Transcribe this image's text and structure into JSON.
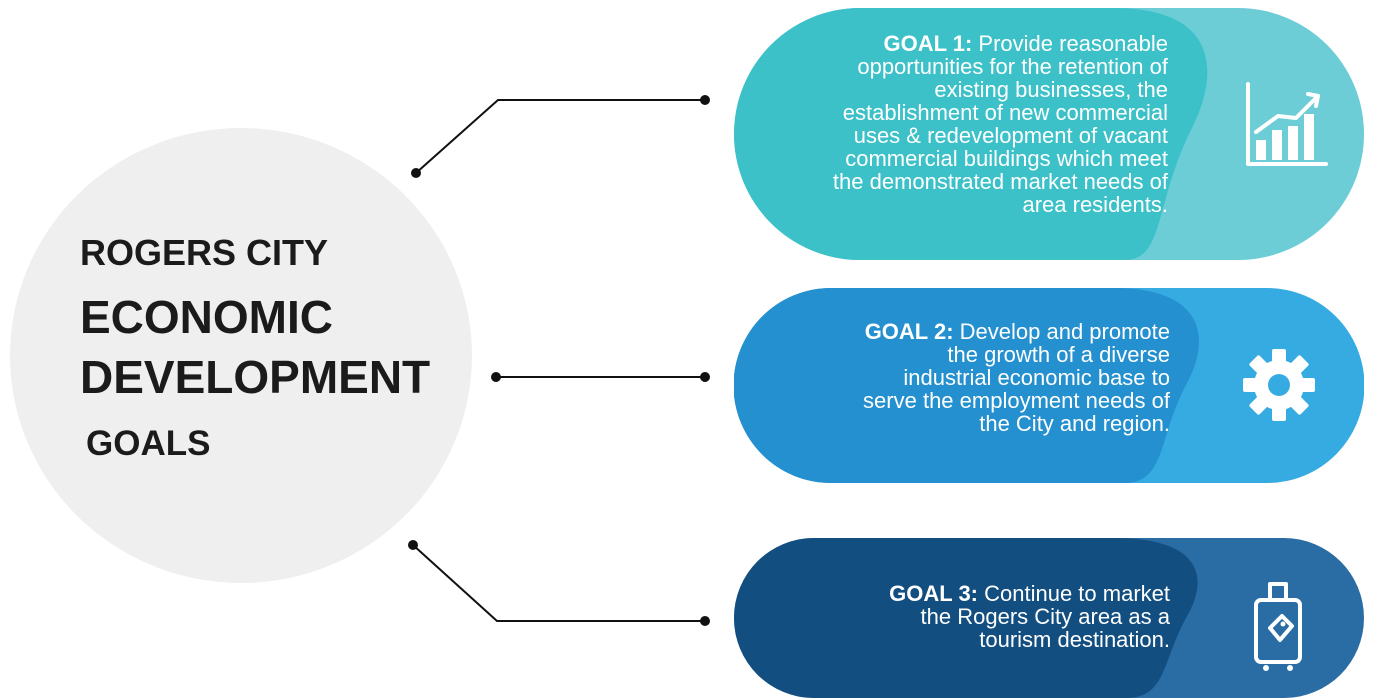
{
  "hub": {
    "line1": "ROGERS CITY",
    "line2": "ECONOMIC",
    "line3": "DEVELOPMENT",
    "line4": "GOALS"
  },
  "goals": [
    {
      "label": "GOAL 1:",
      "text": "Provide reasonable opportunities for the retention of existing businesses, the establishment of new commercial uses & redevelopment of vacant commercial buildings which meet the demonstrated market needs of area residents.",
      "lines": [
        "Provide reasonable",
        "opportunities for the retention of",
        "existing businesses, the",
        "establishment of new commercial",
        "uses & redevelopment of vacant",
        "commercial buildings which meet",
        "the demonstrated market needs of",
        "area residents."
      ],
      "icon": "growth-chart-icon",
      "color_main": "#3cc1c9",
      "color_tab": "#6ccdd6"
    },
    {
      "label": "GOAL 2:",
      "text": "Develop and promote the growth of a diverse industrial economic base to serve the employment needs of the City and region.",
      "lines": [
        "Develop and promote",
        "the growth of a diverse",
        "industrial economic base to",
        "serve the employment needs of",
        "the City and region."
      ],
      "icon": "gear-icon",
      "color_main": "#2590cf",
      "color_tab": "#35abe2"
    },
    {
      "label": "GOAL 3:",
      "text": "Continue to market the Rogers City area as a tourism destination.",
      "lines": [
        "Continue to market",
        "the Rogers City area as a",
        "tourism destination."
      ],
      "icon": "suitcase-icon",
      "color_main": "#134e80",
      "color_tab": "#2a6da4"
    }
  ]
}
